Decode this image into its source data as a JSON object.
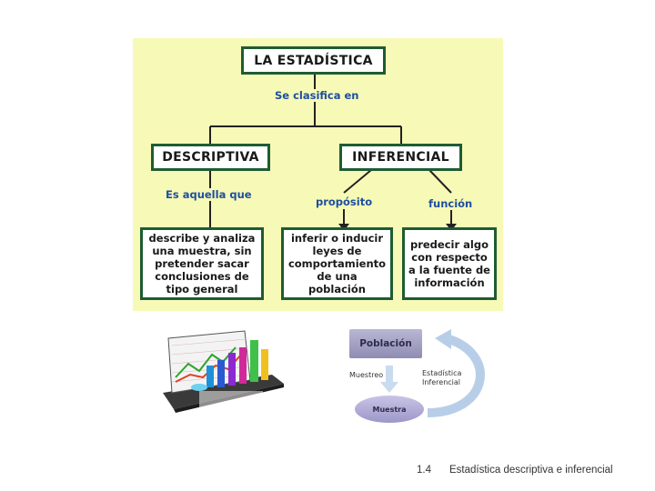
{
  "concept_map": {
    "root": "LA ESTADÍSTICA",
    "root_connector": "Se clasifica en",
    "branches": [
      {
        "label": "DESCRIPTIVA",
        "connector": "Es aquella que",
        "description": "describe y analiza\nuna muestra, sin\npretender sacar\nconclusiones de\ntipo general"
      },
      {
        "label": "INFERENCIAL",
        "children": [
          {
            "connector": "propósito",
            "description": "inferir o inducir\nleyes de\ncomportamiento\nde una población"
          },
          {
            "connector": "función",
            "description": "predecir algo\ncon respecto\na la fuente de\ninformación"
          }
        ]
      }
    ],
    "colors": {
      "background": "#f7f9b6",
      "border": "#1e5c33",
      "connector_text": "#1e4fa0"
    }
  },
  "population_diagram": {
    "top_box": "Población",
    "bottom_box": "Muestra",
    "left_label": "Muestreo",
    "right_label": "Estadística\nInferencial"
  },
  "caption": {
    "number": "1.4",
    "text": "Estadística descriptiva e inferencial"
  }
}
